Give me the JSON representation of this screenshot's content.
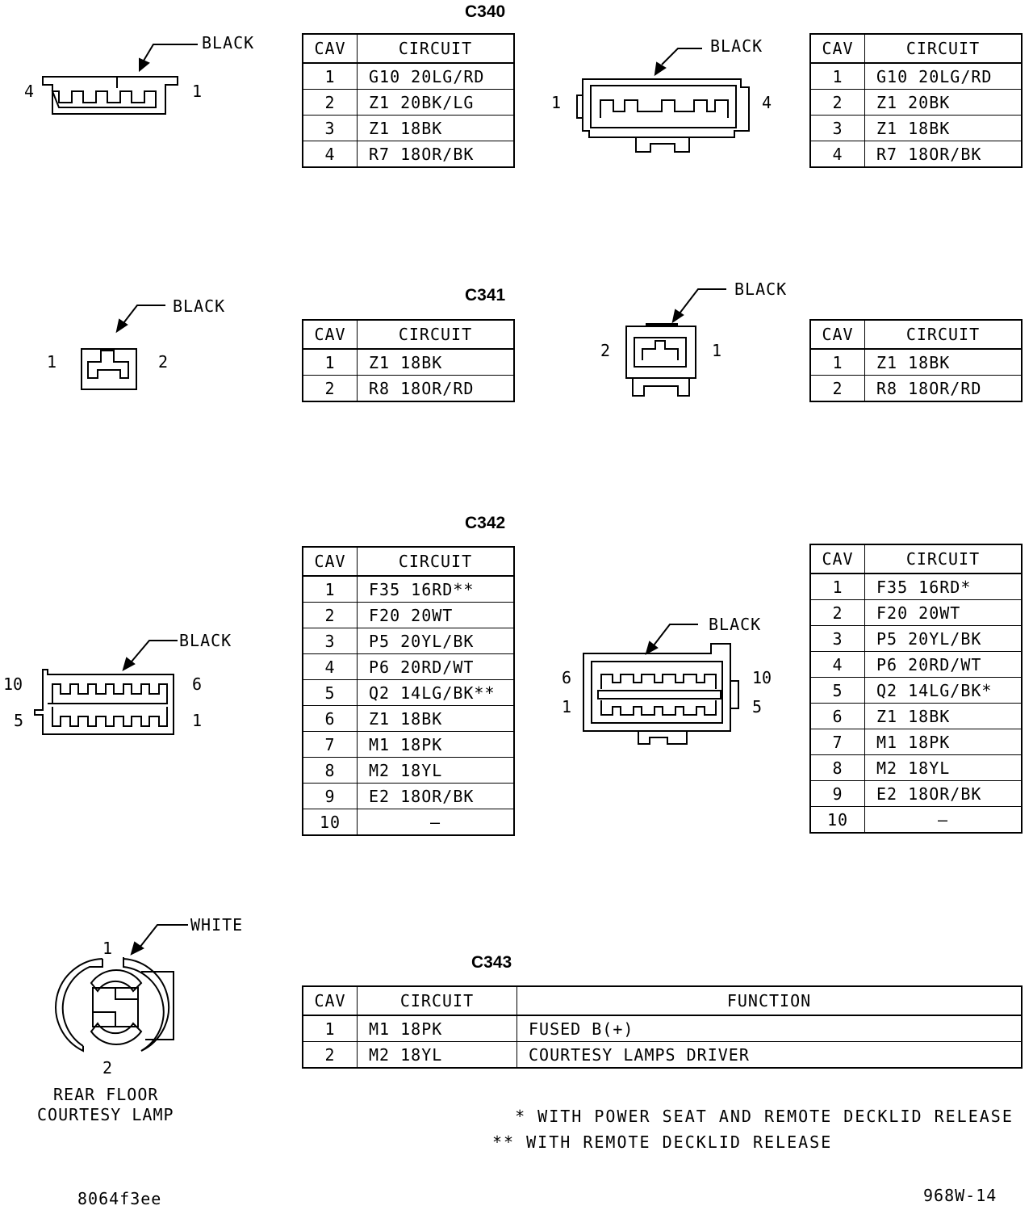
{
  "headers": {
    "cav": "CAV",
    "circuit": "CIRCUIT",
    "function": "FUNCTION"
  },
  "c340": {
    "title": "C340",
    "left": {
      "color_label": "BLACK",
      "pins": [
        "4",
        "1"
      ],
      "rows": [
        {
          "cav": "1",
          "circuit": "G10  20LG/RD"
        },
        {
          "cav": "2",
          "circuit": "Z1  20BK/LG"
        },
        {
          "cav": "3",
          "circuit": "Z1  18BK"
        },
        {
          "cav": "4",
          "circuit": "R7  18OR/BK"
        }
      ]
    },
    "right": {
      "color_label": "BLACK",
      "pins": [
        "1",
        "4"
      ],
      "rows": [
        {
          "cav": "1",
          "circuit": "G10  20LG/RD"
        },
        {
          "cav": "2",
          "circuit": "Z1  20BK"
        },
        {
          "cav": "3",
          "circuit": "Z1  18BK"
        },
        {
          "cav": "4",
          "circuit": "R7  18OR/BK"
        }
      ]
    }
  },
  "c341": {
    "title": "C341",
    "left": {
      "color_label": "BLACK",
      "pins": [
        "1",
        "2"
      ],
      "rows": [
        {
          "cav": "1",
          "circuit": "Z1  18BK"
        },
        {
          "cav": "2",
          "circuit": "R8  18OR/RD"
        }
      ]
    },
    "right": {
      "color_label": "BLACK",
      "pins": [
        "2",
        "1"
      ],
      "rows": [
        {
          "cav": "1",
          "circuit": "Z1  18BK"
        },
        {
          "cav": "2",
          "circuit": "R8  18OR/RD"
        }
      ]
    }
  },
  "c342": {
    "title": "C342",
    "left": {
      "color_label": "BLACK",
      "pins": [
        "10",
        "6",
        "5",
        "1"
      ],
      "rows": [
        {
          "cav": "1",
          "circuit": "F35  16RD**"
        },
        {
          "cav": "2",
          "circuit": "F20  20WT"
        },
        {
          "cav": "3",
          "circuit": "P5  20YL/BK"
        },
        {
          "cav": "4",
          "circuit": "P6  20RD/WT"
        },
        {
          "cav": "5",
          "circuit": "Q2  14LG/BK**"
        },
        {
          "cav": "6",
          "circuit": "Z1  18BK"
        },
        {
          "cav": "7",
          "circuit": "M1  18PK"
        },
        {
          "cav": "8",
          "circuit": "M2  18YL"
        },
        {
          "cav": "9",
          "circuit": "E2  18OR/BK"
        },
        {
          "cav": "10",
          "circuit": "–"
        }
      ]
    },
    "right": {
      "color_label": "BLACK",
      "pins": [
        "6",
        "1",
        "10",
        "5"
      ],
      "rows": [
        {
          "cav": "1",
          "circuit": "F35  16RD*"
        },
        {
          "cav": "2",
          "circuit": "F20  20WT"
        },
        {
          "cav": "3",
          "circuit": "P5  20YL/BK"
        },
        {
          "cav": "4",
          "circuit": "P6  20RD/WT"
        },
        {
          "cav": "5",
          "circuit": "Q2  14LG/BK*"
        },
        {
          "cav": "6",
          "circuit": "Z1  18BK"
        },
        {
          "cav": "7",
          "circuit": "M1  18PK"
        },
        {
          "cav": "8",
          "circuit": "M2  18YL"
        },
        {
          "cav": "9",
          "circuit": "E2  18OR/BK"
        },
        {
          "cav": "10",
          "circuit": "–"
        }
      ]
    }
  },
  "c343": {
    "title": "C343",
    "color_label": "WHITE",
    "pins": [
      "1",
      "2"
    ],
    "component_line1": "REAR FLOOR",
    "component_line2": "COURTESY LAMP",
    "rows": [
      {
        "cav": "1",
        "circuit": "M1  18PK",
        "function": "FUSED B(+)"
      },
      {
        "cav": "2",
        "circuit": "M2  18YL",
        "function": "COURTESY LAMPS DRIVER"
      }
    ]
  },
  "notes": [
    "  * WITH POWER SEAT AND REMOTE DECKLID RELEASE",
    "** WITH REMOTE DECKLID RELEASE"
  ],
  "footer": {
    "left_code": "8064f3ee",
    "right_code": "968W-14"
  }
}
